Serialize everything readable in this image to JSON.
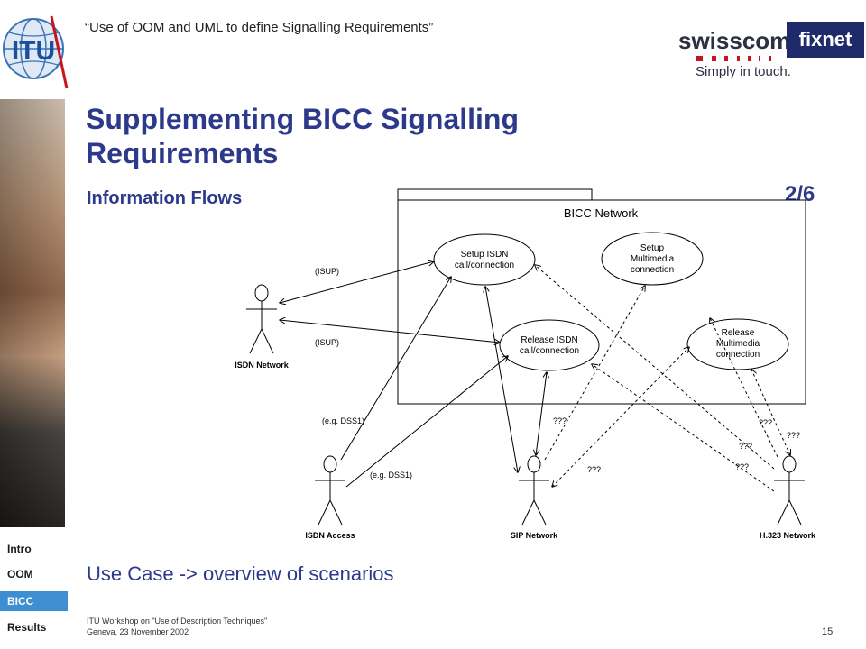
{
  "header": {
    "title": "“Use of OOM and UML to define Signalling Requirements”"
  },
  "logo": {
    "name": "ITU",
    "icon": "itu-logo-icon"
  },
  "brand": {
    "word": "swisscom",
    "product": "fixnet",
    "tagline": "Simply in touch."
  },
  "slide": {
    "title": "Supplementing BICC Signalling Requirements",
    "subtitle": "Information Flows",
    "page_indicator": "2/6",
    "caption": "Use Case -> overview of scenarios"
  },
  "nav": {
    "items": [
      {
        "label": "Intro",
        "active": false
      },
      {
        "label": "OOM",
        "active": false
      },
      {
        "label": "BICC",
        "active": true
      },
      {
        "label": "Results",
        "active": false
      }
    ]
  },
  "diagram": {
    "system_label": "BICC Network",
    "use_cases": [
      {
        "line1": "Setup ISDN",
        "line2": "call/connection",
        "line3": ""
      },
      {
        "line1": "Setup",
        "line2": "Multimedia",
        "line3": "connection"
      },
      {
        "line1": "Release ISDN",
        "line2": "call/connection",
        "line3": ""
      },
      {
        "line1": "Release",
        "line2": "Multimedia",
        "line3": "connection"
      }
    ],
    "actors": [
      "ISDN Network",
      "ISDN Access",
      "SIP Network",
      "H.323 Network"
    ],
    "edge_labels": {
      "isup1": "(ISUP)",
      "isup2": "(ISUP)",
      "dss1a": "(e.g. DSS1)",
      "dss1b": "(e.g. DSS1)",
      "unknown": "???"
    }
  },
  "footer": {
    "line1": "ITU Workshop on \"Use of Description Techniques\"",
    "line2": "Geneva, 23 November 2002"
  },
  "slide_number": "15",
  "colors": {
    "title": "#2d3a8c",
    "nav_active": "#3d8fd1",
    "brand_dark": "#1e2a6a",
    "brand_red": "#c4161c"
  }
}
